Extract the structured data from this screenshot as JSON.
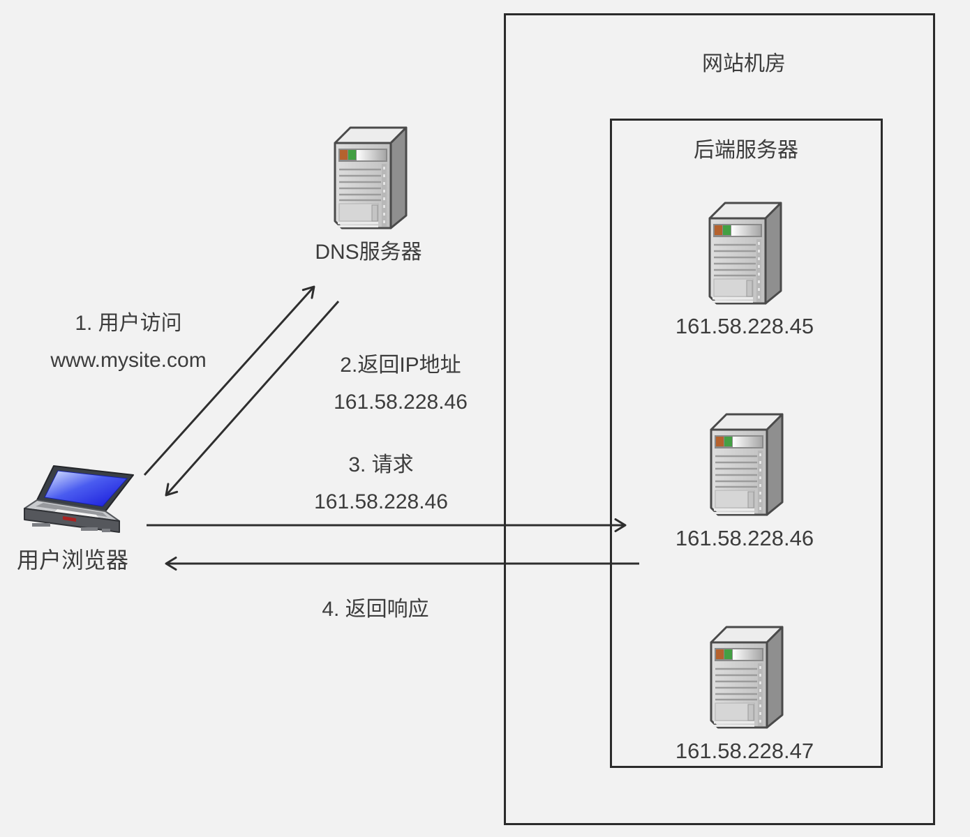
{
  "colors": {
    "background": "#f2f2f2",
    "line": "#2e2e2e",
    "text": "#3c3c3c",
    "screen_blue": "#2233e8",
    "server_gray": "#cccccc"
  },
  "user_browser": {
    "label": "用户浏览器",
    "icon": "laptop-icon"
  },
  "dns_server": {
    "label": "DNS服务器",
    "icon": "server-tower-icon"
  },
  "datacenter": {
    "title": "网站机房"
  },
  "backend": {
    "title": "后端服务器",
    "servers": [
      {
        "ip": "161.58.228.45",
        "icon": "server-tower-icon"
      },
      {
        "ip": "161.58.228.46",
        "icon": "server-tower-icon"
      },
      {
        "ip": "161.58.228.47",
        "icon": "server-tower-icon"
      }
    ]
  },
  "flows": [
    {
      "step": "1. 用户访问",
      "detail": "www.mysite.com"
    },
    {
      "step": "2.返回IP地址",
      "detail": "161.58.228.46"
    },
    {
      "step": "3. 请求",
      "detail": "161.58.228.46"
    },
    {
      "step": "4. 返回响应",
      "detail": ""
    }
  ]
}
